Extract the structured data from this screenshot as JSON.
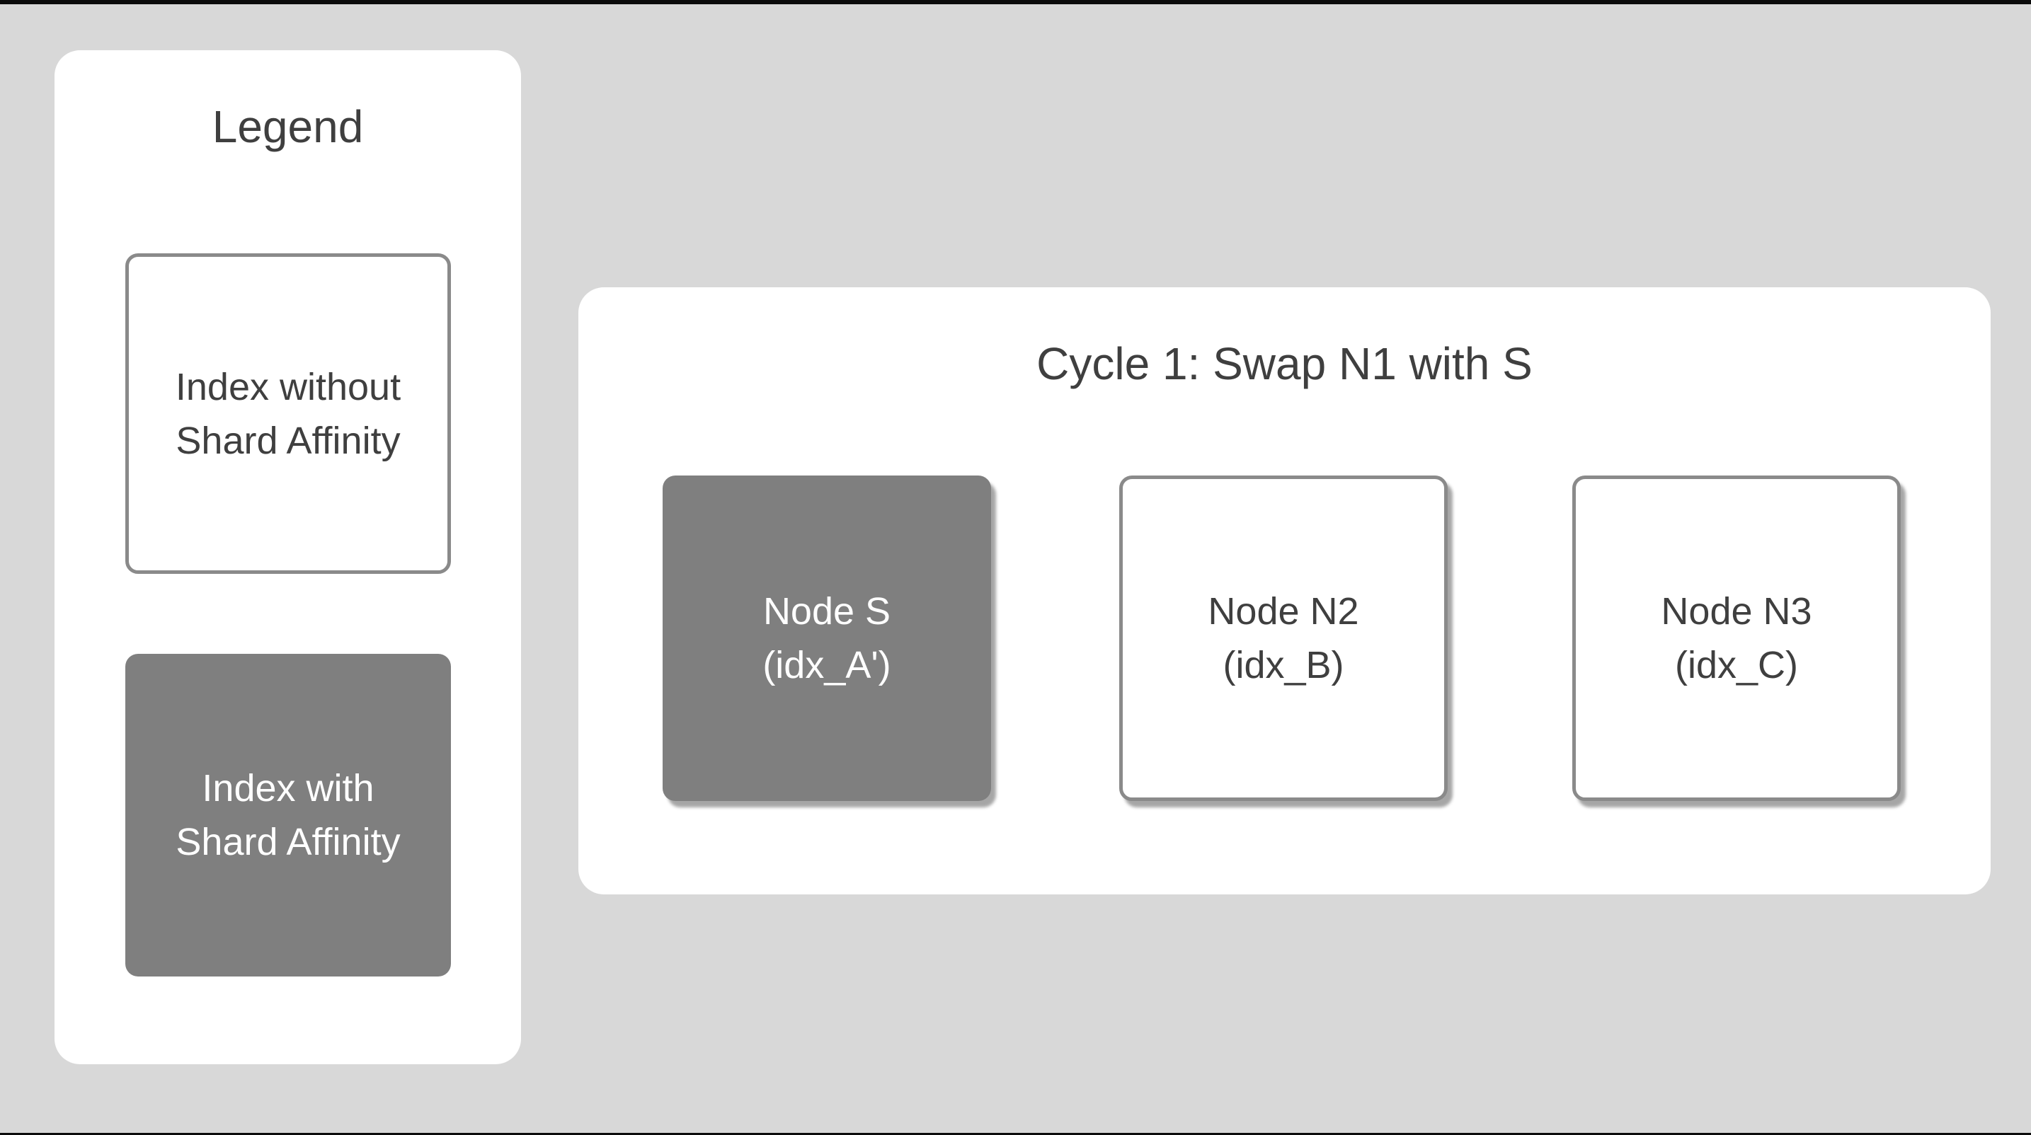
{
  "page": {
    "background": "#d8d8d8",
    "letterbox_color": "#0b0b0b"
  },
  "palette": {
    "panel_white": "#ffffff",
    "affinity_fill_gray": "#7f7f7f",
    "outline_border_gray": "#8a8a8a",
    "text_dark": "#3f3f3f",
    "text_light": "#ffffff"
  },
  "legend": {
    "title": "Legend",
    "items": [
      {
        "label": "Index without Shard Affinity",
        "lines": [
          "Index without",
          "Shard Affinity"
        ],
        "style": "no-affinity"
      },
      {
        "label": "Index with Shard Affinity",
        "lines": [
          "Index with",
          "Shard Affinity"
        ],
        "style": "affinity"
      }
    ]
  },
  "cycle": {
    "title": "Cycle 1: Swap N1 with S",
    "nodes": [
      {
        "name": "Node S",
        "index_label": "(idx_A')",
        "style": "affinity"
      },
      {
        "name": "Node N2",
        "index_label": "(idx_B)",
        "style": "no-affinity"
      },
      {
        "name": "Node N3",
        "index_label": "(idx_C)",
        "style": "no-affinity"
      }
    ]
  }
}
